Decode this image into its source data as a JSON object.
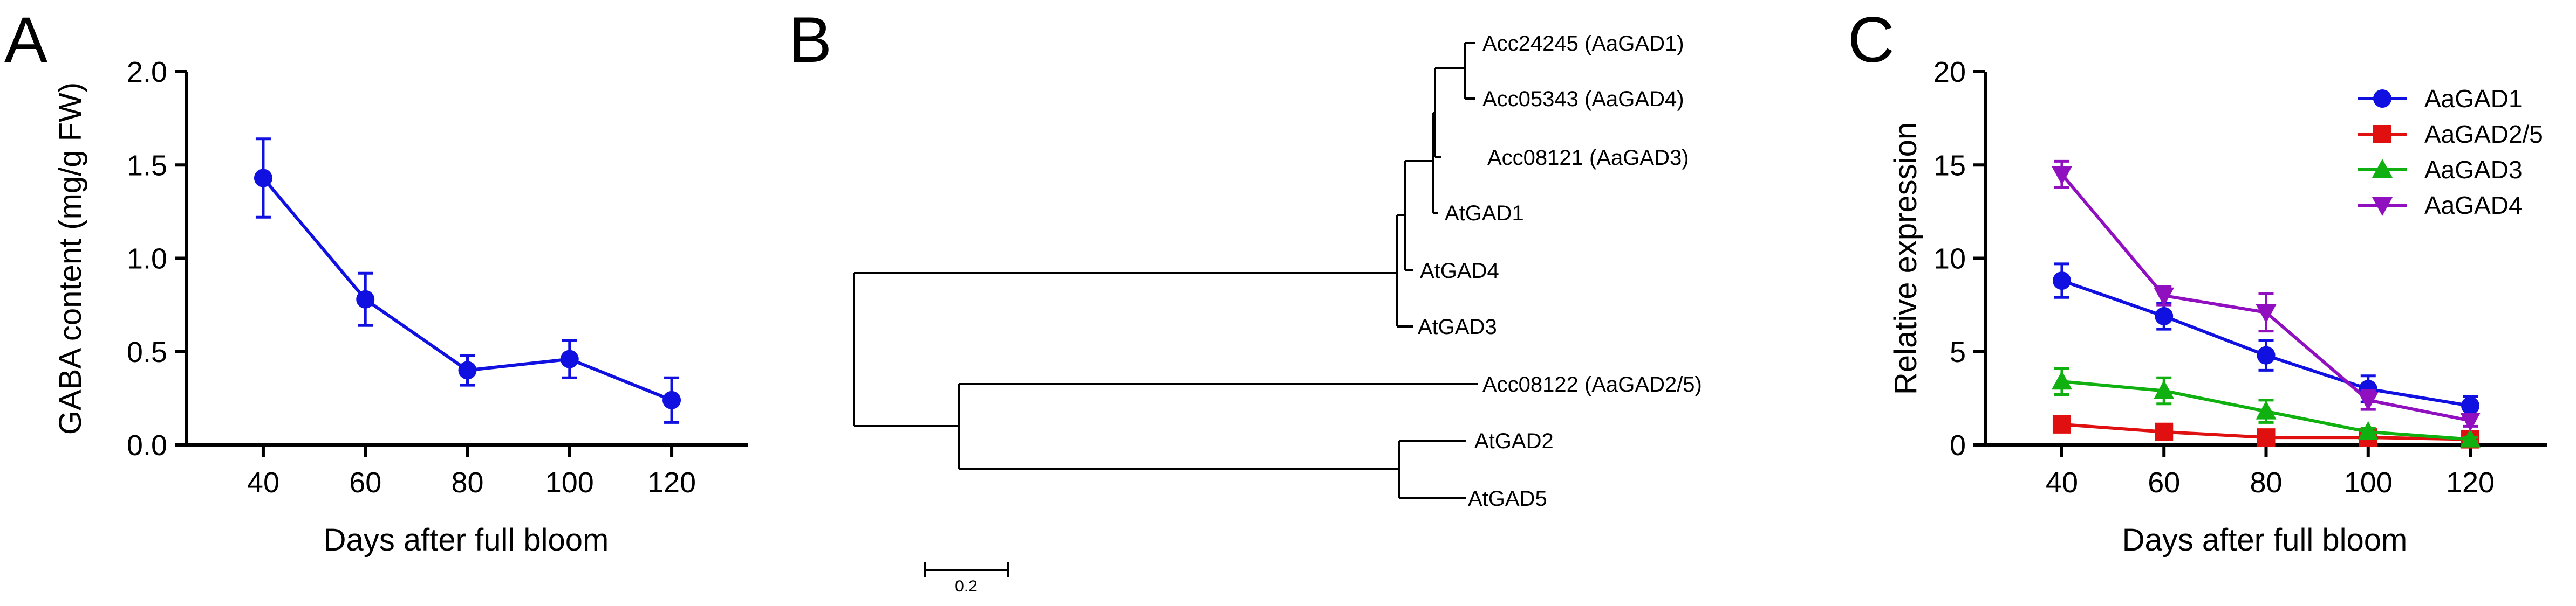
{
  "panels": {
    "a": "A",
    "b": "B",
    "c": "C"
  },
  "chart_data": [
    {
      "type": "line",
      "panel": "A",
      "title": "",
      "xlabel": "Days after full bloom",
      "ylabel": "GABA content (mg/g FW)",
      "x": [
        40,
        60,
        80,
        100,
        120
      ],
      "xlim": [
        25,
        135
      ],
      "ylim": [
        0,
        2.0
      ],
      "xticks": [
        "40",
        "60",
        "80",
        "100",
        "120"
      ],
      "yticks": [
        "0.0",
        "0.5",
        "1.0",
        "1.5",
        "2.0"
      ],
      "grid": false,
      "series": [
        {
          "color": "#1010e0",
          "marker": "circle",
          "values": [
            1.43,
            0.78,
            0.4,
            0.46,
            0.24
          ],
          "errors": [
            0.21,
            0.14,
            0.08,
            0.1,
            0.12
          ]
        }
      ]
    },
    {
      "type": "line",
      "panel": "C",
      "title": "",
      "xlabel": "Days after full bloom",
      "ylabel": "Relative expression",
      "x": [
        40,
        60,
        80,
        100,
        120
      ],
      "xlim": [
        25,
        135
      ],
      "ylim": [
        0,
        20
      ],
      "xticks": [
        "40",
        "60",
        "80",
        "100",
        "120"
      ],
      "yticks": [
        "0",
        "5",
        "10",
        "15",
        "20"
      ],
      "grid": false,
      "legend": "top-right",
      "series": [
        {
          "name": "AaGAD1",
          "color": "#1010e0",
          "marker": "circle",
          "values": [
            8.8,
            6.9,
            4.8,
            3.0,
            2.1
          ],
          "errors": [
            0.9,
            0.7,
            0.8,
            0.7,
            0.5
          ]
        },
        {
          "name": "AaGAD2/5",
          "color": "#e01010",
          "marker": "square",
          "values": [
            1.1,
            0.7,
            0.4,
            0.4,
            0.3
          ],
          "errors": [
            0.1,
            0.1,
            0.1,
            0.1,
            0.1
          ]
        },
        {
          "name": "AaGAD3",
          "color": "#10b010",
          "marker": "triangle-up",
          "values": [
            3.4,
            2.9,
            1.8,
            0.7,
            0.3
          ],
          "errors": [
            0.7,
            0.7,
            0.6,
            0.2,
            0.1
          ]
        },
        {
          "name": "AaGAD4",
          "color": "#9010c0",
          "marker": "triangle-down",
          "values": [
            14.5,
            8.0,
            7.1,
            2.4,
            1.3
          ],
          "errors": [
            0.7,
            0.5,
            1.0,
            0.5,
            0.3
          ]
        }
      ]
    }
  ],
  "tree": {
    "leaves": [
      "Acc24245 (AaGAD1)",
      "Acc05343 (AaGAD4)",
      "Acc08121 (AaGAD3)",
      "AtGAD1",
      "AtGAD4",
      "AtGAD3",
      "Acc08122 (AaGAD2/5)",
      "AtGAD2",
      "AtGAD5"
    ],
    "scale_label": "0.2"
  }
}
